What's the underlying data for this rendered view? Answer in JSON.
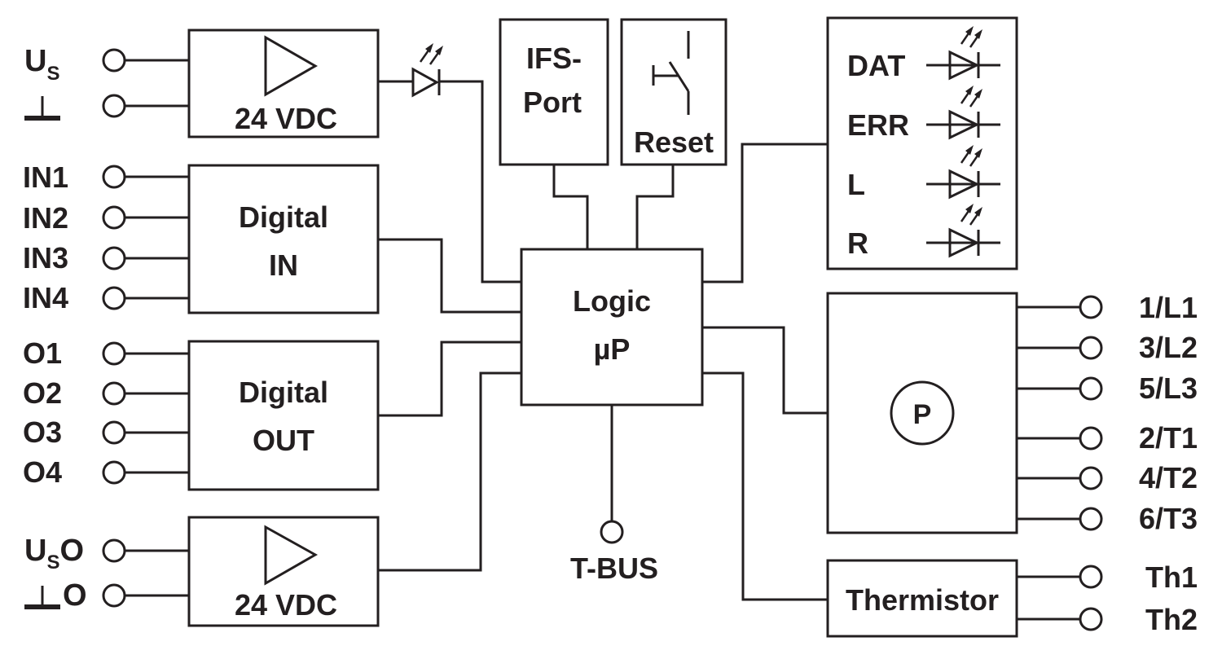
{
  "left_terminals": {
    "us": "U",
    "us_sub": "S",
    "in1": "IN1",
    "in2": "IN2",
    "in3": "IN3",
    "in4": "IN4",
    "o1": "O1",
    "o2": "O2",
    "o3": "O3",
    "o4": "O4",
    "uso": "U",
    "uso_sub": "S",
    "uso_suffix": "O",
    "gndo_suffix": "O"
  },
  "blocks": {
    "supply_in": "24 VDC",
    "digital_in_line1": "Digital",
    "digital_in_line2": "IN",
    "digital_out_line1": "Digital",
    "digital_out_line2": "OUT",
    "supply_out": "24 VDC",
    "ifs_line1": "IFS-",
    "ifs_line2": "Port",
    "reset": "Reset",
    "logic_line1": "Logic",
    "logic_line2": "µP",
    "power": "P",
    "thermistor": "Thermistor"
  },
  "bus": {
    "tbus": "T-BUS"
  },
  "leds": {
    "dat": "DAT",
    "err": "ERR",
    "l": "L",
    "r": "R"
  },
  "right_terminals": {
    "l1": "1/L1",
    "l2": "3/L2",
    "l3": "5/L3",
    "t1": "2/T1",
    "t2": "4/T2",
    "t3": "6/T3",
    "th1": "Th1",
    "th2": "Th2"
  }
}
